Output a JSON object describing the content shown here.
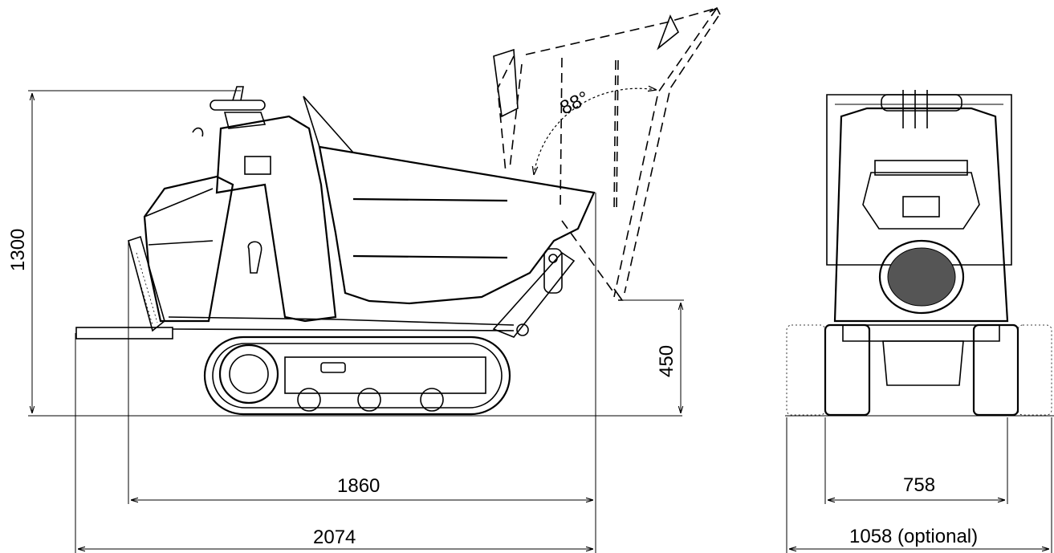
{
  "dimensions": {
    "height_total": "1300",
    "dump_height": "450",
    "wheelbase_length": "1860",
    "total_length": "2074",
    "tip_angle": "88°",
    "track_width": "758",
    "optional_width": "1058 (optional)"
  }
}
